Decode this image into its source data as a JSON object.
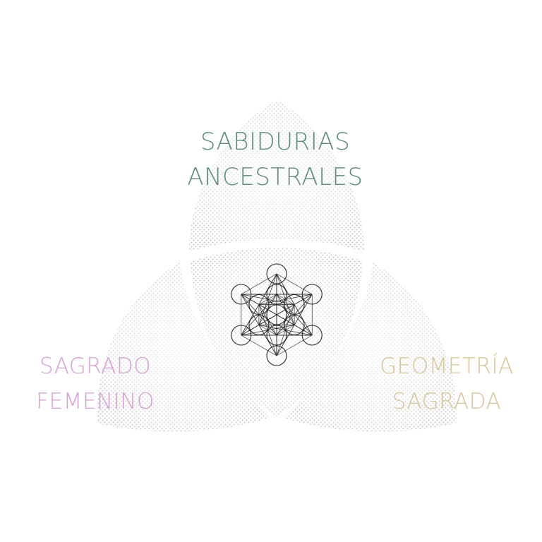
{
  "labels": {
    "top": {
      "line1": "SABIDURIAS",
      "line2": "ANCESTRALES"
    },
    "left": {
      "line1": "SAGRADO",
      "line2": "FEMENINO"
    },
    "right": {
      "line1": "GEOMETRÍA",
      "line2": "SAGRADA"
    }
  },
  "colors": {
    "top": "#5f8a80",
    "left": "#d49fd3",
    "right": "#d8c596",
    "stipple": "#c4c4c4",
    "glyph": "#2a2a2a"
  },
  "icons": {
    "center": "metatrons-cube-icon"
  }
}
